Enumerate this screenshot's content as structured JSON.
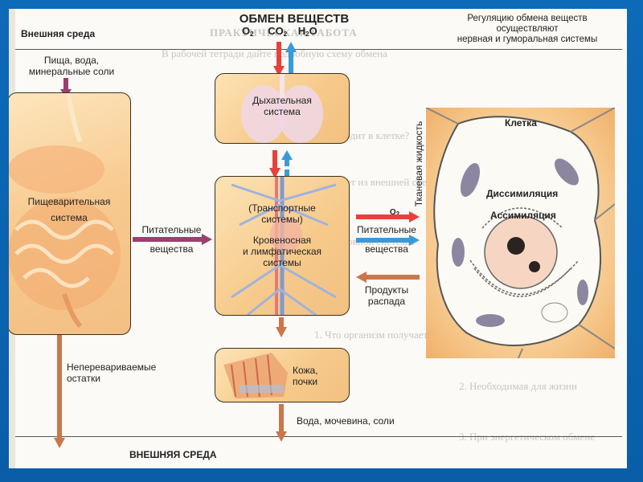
{
  "title": "ОБМЕН ВЕЩЕСТВ",
  "gases": {
    "o2": "O",
    "co2": "CO",
    "h2o_h": "H",
    "h2o_o": "O",
    "sub2": "2"
  },
  "header": {
    "external_env_label": "Внешняя среда",
    "regulation_line1": "Регуляцию обмена веществ",
    "regulation_line2": "осуществляют",
    "regulation_line3": "нервная и гуморальная системы"
  },
  "food_input": {
    "line1": "Пища, вода,",
    "line2": "минеральные соли"
  },
  "boxes": {
    "digestive": {
      "line1": "Пищеварительная",
      "line2": "система"
    },
    "respiratory": {
      "line1": "Дыхательная",
      "line2": "система"
    },
    "transport": {
      "line1": "(Транспортные",
      "line2": "системы)",
      "line3": "Кровеносная",
      "line4": "и лимфатическая",
      "line5": "системы"
    },
    "excretory": {
      "line1": "Кожа,",
      "line2": "почки"
    }
  },
  "arrows": {
    "nutrients_left": {
      "line1": "Питательные",
      "line2": "вещества"
    },
    "o2_to_cell": "O",
    "nutrients_right": {
      "line1": "Питательные",
      "line2": "вещества"
    },
    "decay_products": {
      "line1": "Продукты",
      "line2": "распада"
    },
    "undigested": {
      "line1": "Неперевариваемые",
      "line2": "остатки"
    },
    "excretion_output": "Вода, мочевина, соли"
  },
  "cell": {
    "title": "Клетка",
    "tissue_fluid": "Тканевая жидкость",
    "dissimilation": "Диссимиляция",
    "assimilation": "Ассимиляция"
  },
  "footer": {
    "external_env_label": "ВНЕШНЯЯ СРЕДА"
  },
  "colors": {
    "frame_blue": "#0a63b0",
    "arrow_red": "#e8413a",
    "arrow_blue": "#3a9ad8",
    "arrow_purple": "#9b3f6e",
    "arrow_brown": "#c8784a",
    "box_fill": "#f6c98a"
  }
}
